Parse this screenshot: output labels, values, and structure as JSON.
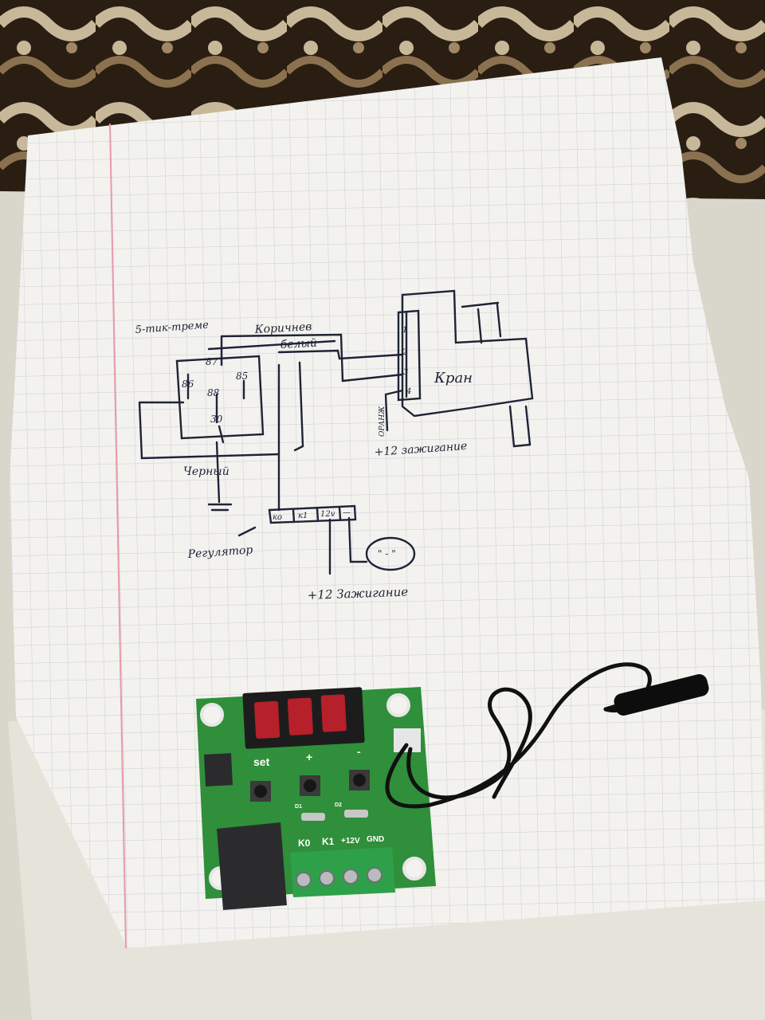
{
  "colors": {
    "carpet_dark": "#2a1e12",
    "carpet_light": "#c8b89a",
    "paper": "#f3f2ee",
    "grid": "#c9cdd8",
    "margin_line": "#e89aa8",
    "ink": "#1e2436",
    "pcb": "#2f8f3a",
    "display": "#b5202a",
    "terminal": "#2fa04a",
    "relay": "#2b2b2e"
  },
  "diagram": {
    "relay_title": "5-тик-треме",
    "pin_87": "87",
    "pin_86": "86",
    "pin_88": "88",
    "pin_85": "85",
    "pin_30": "30",
    "wire_brown": "Коричнев",
    "wire_white": "белый",
    "wire_black": "Черный",
    "crane_label": "Кран",
    "crane_pins": [
      "1",
      "2",
      "3",
      "4"
    ],
    "wire_orange": "ОРАНЖ",
    "ignition_top": "+12 зажигание",
    "regulator_label": "Регулятор",
    "terminal_labels": [
      "ко",
      "к1",
      "12v",
      "—"
    ],
    "sensor_text": "\" - \"",
    "ignition_bottom": "+12 Зажигание"
  },
  "board": {
    "set_label": "set",
    "plus_label": "+",
    "minus_label": "-",
    "terminal_k0": "K0",
    "terminal_k1": "K1",
    "terminal_12v": "+12V",
    "terminal_gnd": "GND",
    "d1": "D1",
    "d2": "D2"
  }
}
